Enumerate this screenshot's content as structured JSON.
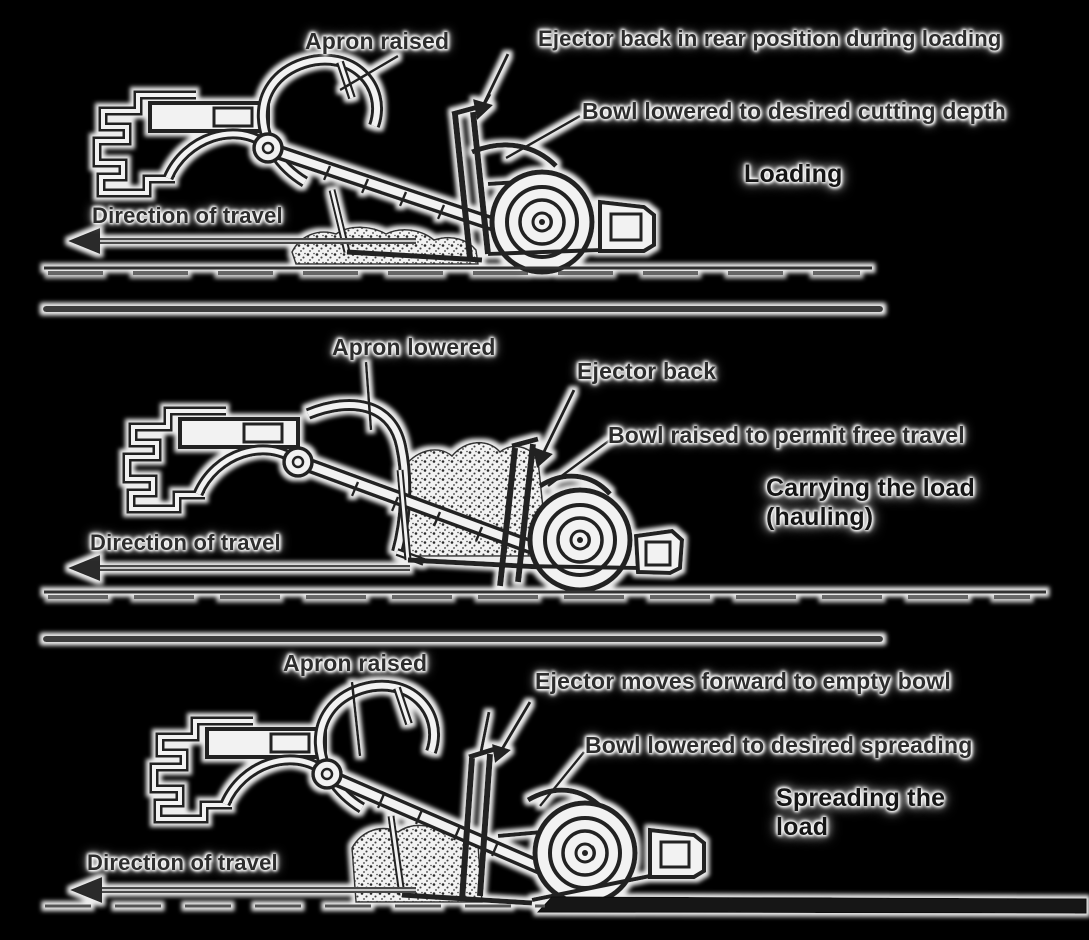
{
  "colors": {
    "background": "#000000",
    "ink": "#222222",
    "halo": "#efefef",
    "text": "#2d2d2d",
    "heading_text": "#151515",
    "separator": "#3d3d3d"
  },
  "panels": [
    {
      "id": "loading",
      "title": "Loading",
      "labels": {
        "apron": "Apron raised",
        "ejector": "Ejector back in rear position during loading",
        "bowl": "Bowl lowered to desired cutting depth",
        "direction": "Direction of travel"
      }
    },
    {
      "id": "hauling",
      "title": "Carrying the load (hauling)",
      "labels": {
        "apron": "Apron lowered",
        "ejector": "Ejector back",
        "bowl": "Bowl raised to permit free travel",
        "direction": "Direction of travel"
      }
    },
    {
      "id": "spreading",
      "title": "Spreading the load",
      "labels": {
        "apron": "Apron raised",
        "ejector": "Ejector moves forward to empty bowl",
        "bowl": "Bowl lowered to desired spreading",
        "direction": "Direction of travel"
      }
    }
  ]
}
